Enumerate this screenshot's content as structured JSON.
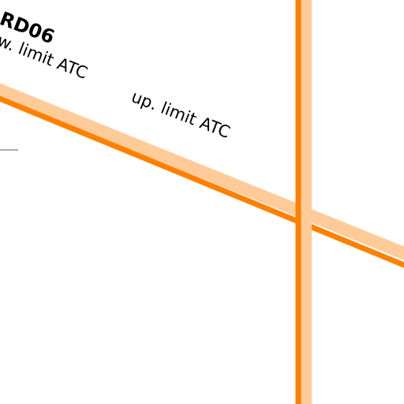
{
  "map": {
    "colors": {
      "background": "#ffffff",
      "line_primary": "#ff8000",
      "line_secondary": "#ffcc99",
      "text": "#000000",
      "border": "#555555"
    },
    "labels": {
      "route_ref": "RD06",
      "lower_limit": "w. limit ATC",
      "upper_limit": "up. limit ATC"
    }
  }
}
